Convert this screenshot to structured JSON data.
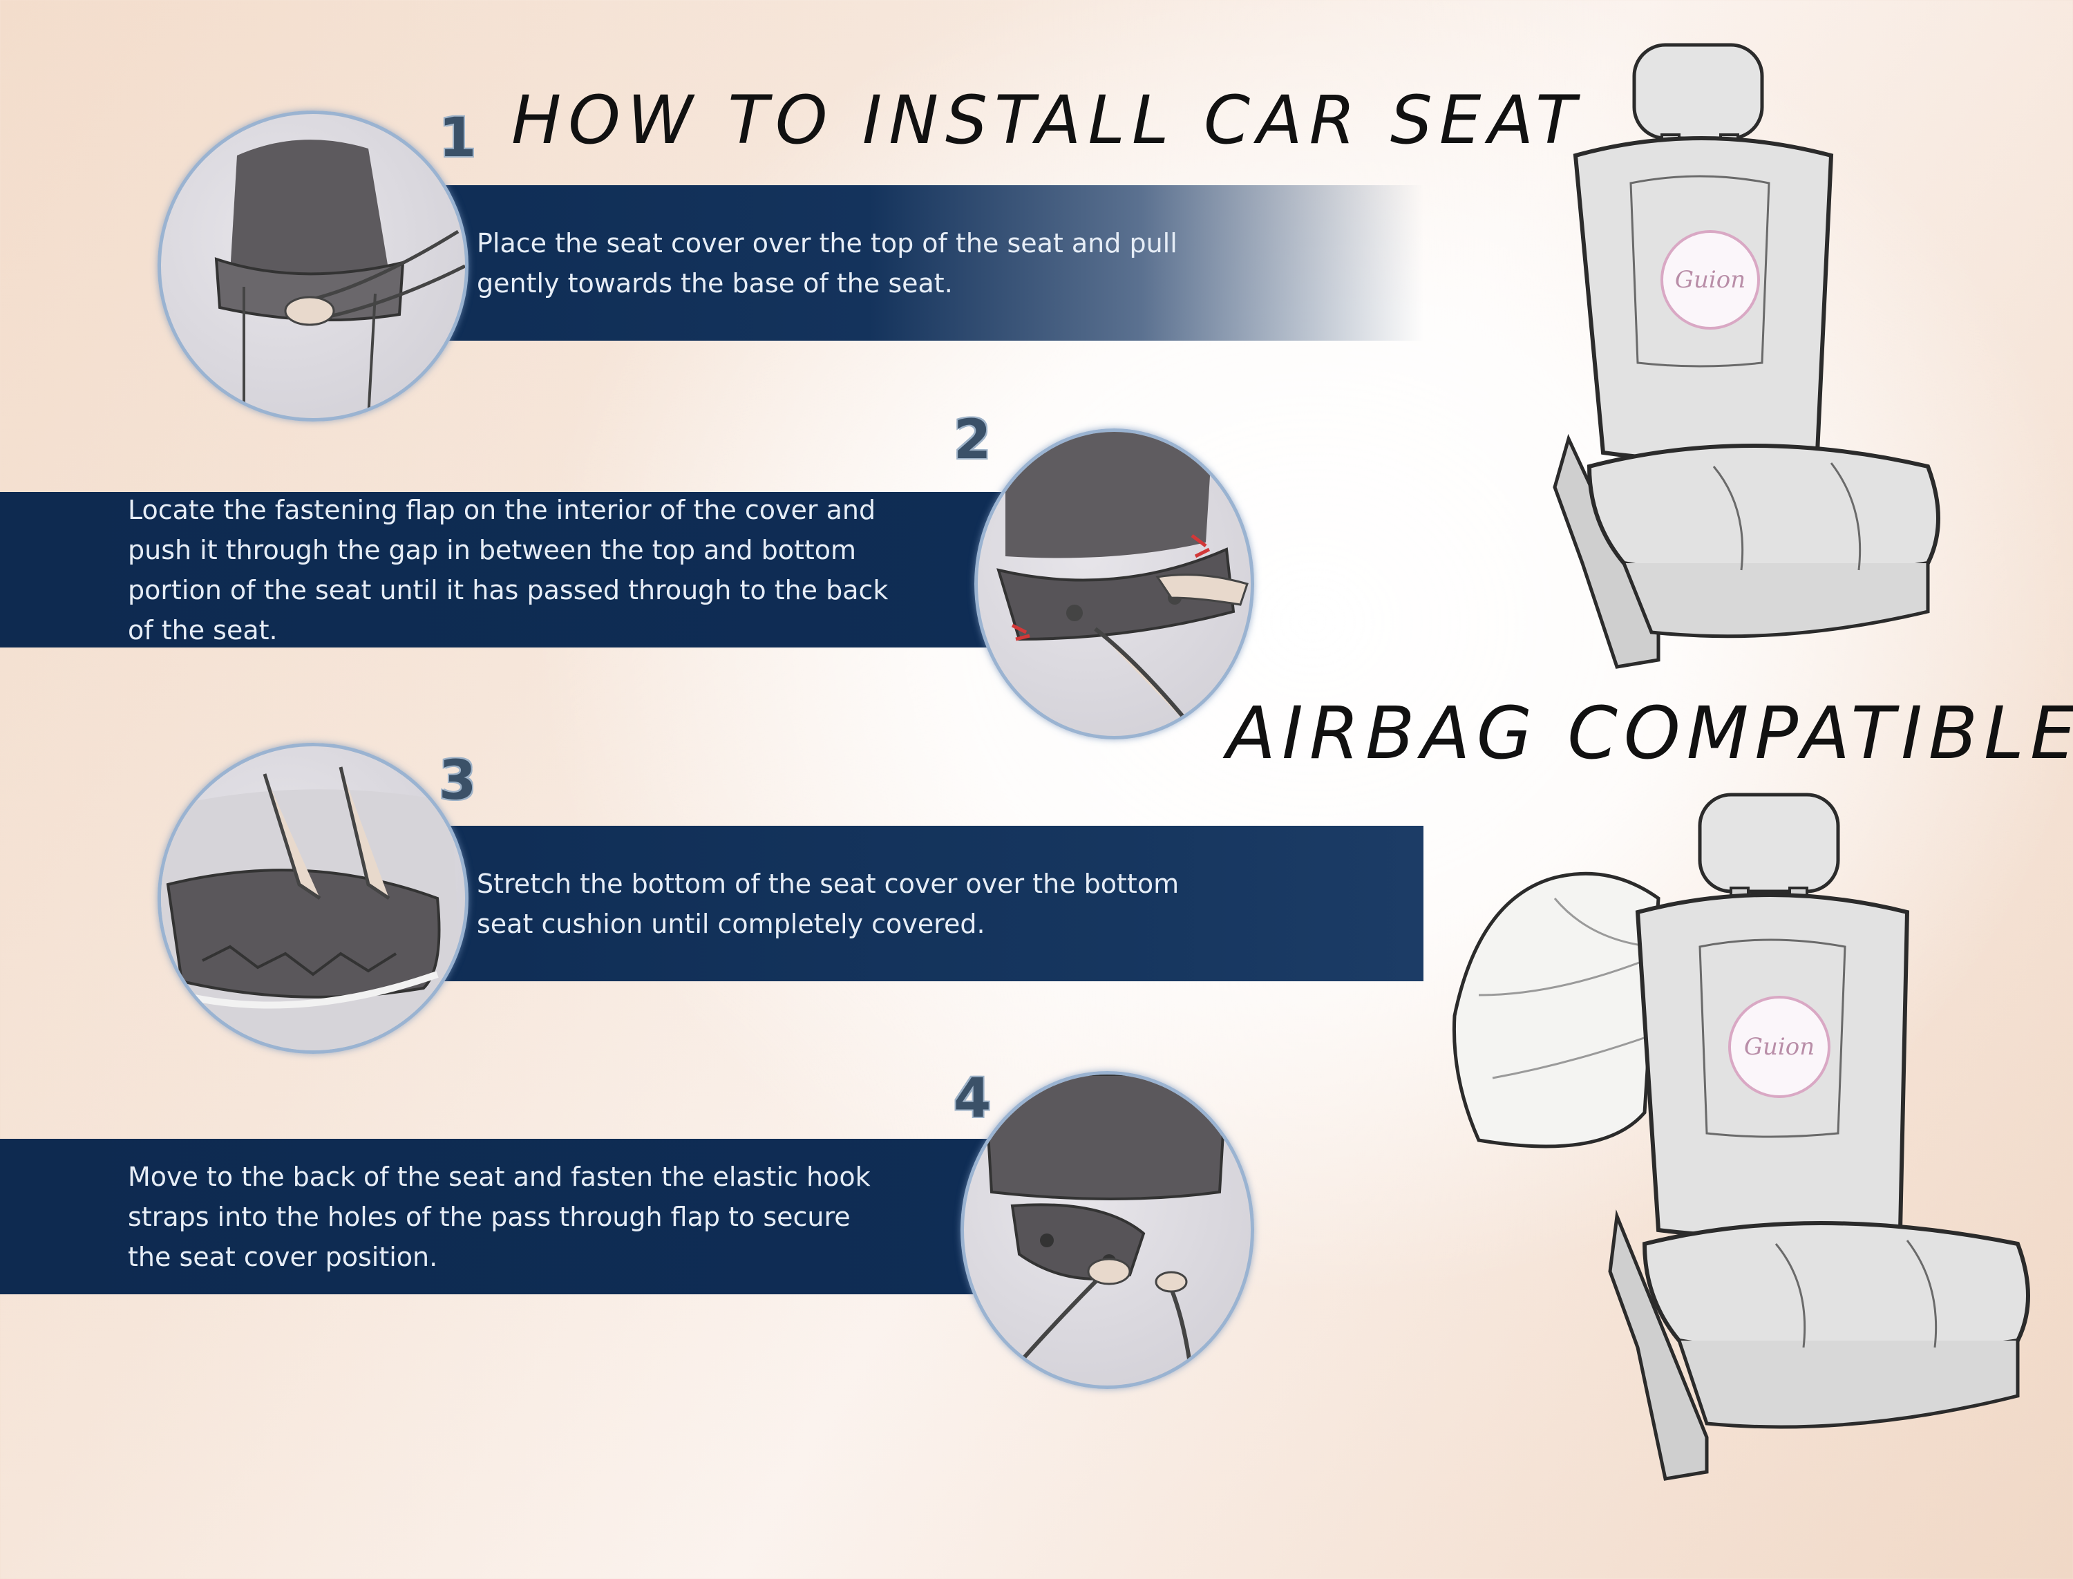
{
  "title": "HOW TO INSTALL CAR SEAT",
  "subtitle": "AIRBAG COMPATIBLE",
  "brand_logo_text": "Guion",
  "steps": [
    {
      "number": "1",
      "text": "Place the seat cover over the top of the seat and pull gently towards the base of the seat."
    },
    {
      "number": "2",
      "text": "Locate the fastening flap on the interior of the cover and push it through the gap in between the top and bottom portion of the seat until it has passed through to the back of the seat."
    },
    {
      "number": "3",
      "text": "Stretch the bottom of the seat cover over the bottom seat cushion until completely covered."
    },
    {
      "number": "4",
      "text": "Move to the back of the seat and fasten the elastic hook straps into the holes of the pass through flap to secure the seat cover position."
    }
  ],
  "colors": {
    "band_navy": "#0f2d55",
    "band_text": "#e6edf6",
    "circle_border": "#9ab3d1",
    "seat_cover": "#e2e2e2",
    "logo_ring": "#d9a8c4"
  },
  "icons": [
    "seat-illustration",
    "airbag-seat-illustration",
    "step-photo"
  ]
}
